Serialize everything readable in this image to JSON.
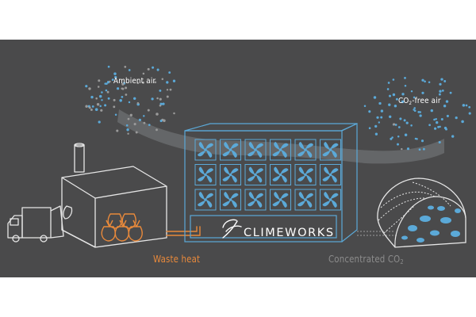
{
  "labels": {
    "ambient_air": "Ambient air",
    "co2_free_prefix": "CO",
    "co2_free_sub": "2",
    "co2_free_suffix": "-free air",
    "waste_heat": "Waste heat",
    "concentrated_prefix": "Concentrated CO",
    "concentrated_sub": "2"
  },
  "brand": {
    "name": "CLIMEWORKS",
    "logo_icon": "climeworks-swirl-logo"
  },
  "icons": {
    "factory": "factory-icon",
    "truck": "garbage-truck-icon",
    "waste_bags": "waste-bags-icon",
    "fan_array": "fan-array-icon",
    "greenhouse": "greenhouse-icon"
  },
  "colors": {
    "background": "#4a4a4b",
    "line": "#e6e6e6",
    "fan_blue": "#5ba9d8",
    "heat_orange": "#e8893b",
    "co2_gray": "#8c8c8c",
    "air_dot_blue": "#5ba9d8",
    "air_dot_gray": "#9a9a9a",
    "wave": "#6e7072"
  },
  "fan_grid": {
    "rows": 3,
    "cols": 6
  }
}
